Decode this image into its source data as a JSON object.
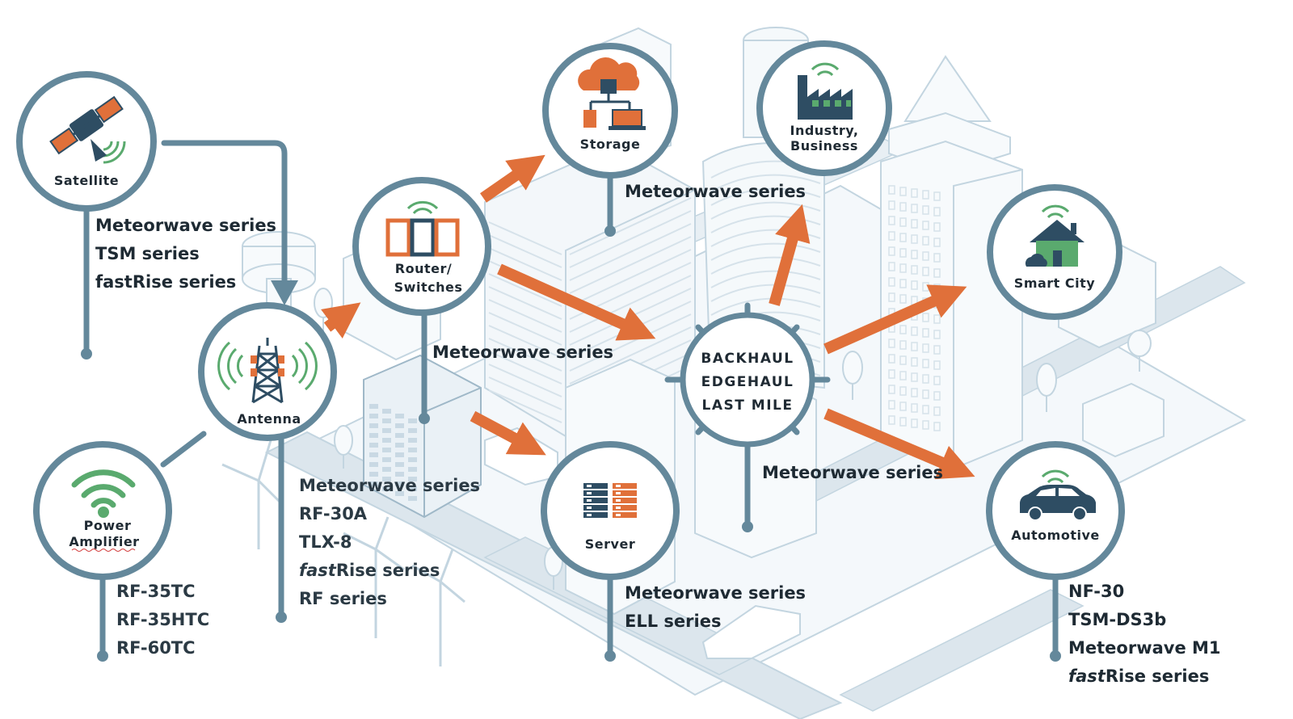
{
  "nodes": {
    "satellite": {
      "label": "Satellite",
      "icon": "satellite-icon"
    },
    "antenna": {
      "label": "Antenna",
      "icon": "antenna-tower-icon"
    },
    "power_amplifier": {
      "label_line1": "Power",
      "label_line2": "Amplifier",
      "icon": "wifi-signal-icon"
    },
    "router": {
      "label_line1": "Router/",
      "label_line2": "Switches",
      "icon": "router-icon"
    },
    "storage": {
      "label": "Storage",
      "icon": "cloud-storage-icon"
    },
    "industry": {
      "label_line1": "Industry,",
      "label_line2": "Business",
      "icon": "factory-icon"
    },
    "smart_city": {
      "label": "Smart City",
      "icon": "smart-home-icon"
    },
    "server": {
      "label": "Server",
      "icon": "server-rack-icon"
    },
    "automotive": {
      "label": "Automotive",
      "icon": "car-icon"
    },
    "hub": {
      "line1": "BACKHAUL",
      "line2": "EDGEHAUL",
      "line3": "LAST MILE"
    }
  },
  "products": {
    "satellite": [
      "Meteorwave series",
      "TSM series",
      "fastRise series"
    ],
    "storage_industry": [
      "Meteorwave series"
    ],
    "router": [
      "Meteorwave series"
    ],
    "antenna": {
      "l1": "Meteorwave series",
      "l2": "RF-30A",
      "l3": "TLX-8",
      "l4_italic": "fast",
      "l4_rest": "Rise series",
      "l5": "RF series"
    },
    "power_amplifier": [
      "RF-35TC",
      "RF-35HTC",
      "RF-60TC"
    ],
    "server": [
      "Meteorwave series",
      "ELL series"
    ],
    "hub": [
      "Meteorwave series"
    ],
    "automotive": {
      "l1": "NF-30",
      "l2": "TSM-DS3b",
      "l3": "Meteorwave M1",
      "l4_italic": "fast",
      "l4_rest": "Rise series"
    }
  },
  "colors": {
    "ring": "#64889b",
    "arrow": "#e0703a",
    "icon_navy": "#2e4d63",
    "icon_orange": "#e0703a",
    "icon_green": "#5aaa6e",
    "city_line": "#c3d5e0",
    "road": "#dce6ed"
  }
}
